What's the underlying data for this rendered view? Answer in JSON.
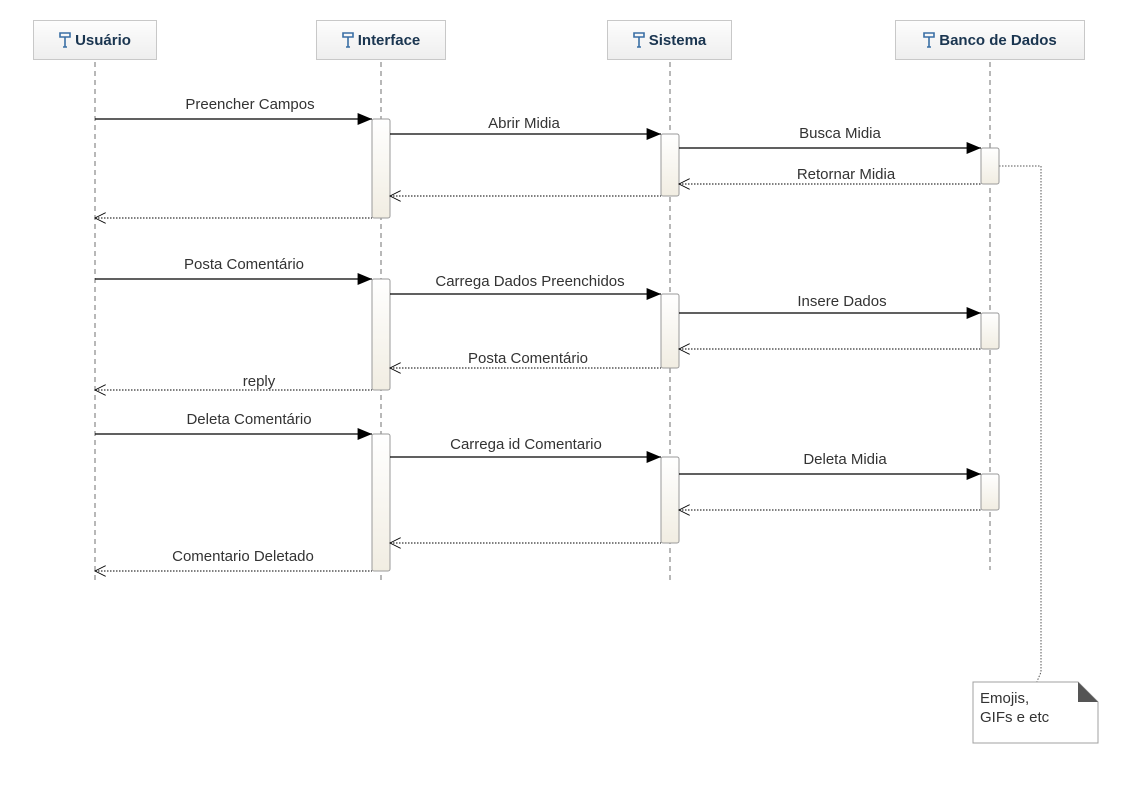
{
  "colors": {
    "line": "#000000",
    "lifeline": "#888888",
    "activation_fill": "#f7f4ec",
    "activation_stroke": "#9a9a9a",
    "header_text": "#1a3550",
    "label_text": "#333333"
  },
  "participants": [
    {
      "id": "usuario",
      "label": "Usuário"
    },
    {
      "id": "interface",
      "label": "Interface"
    },
    {
      "id": "sistema",
      "label": "Sistema"
    },
    {
      "id": "banco",
      "label": "Banco de Dados"
    }
  ],
  "messages": [
    {
      "from": "usuario",
      "to": "interface",
      "label": "Preencher Campos",
      "kind": "sync"
    },
    {
      "from": "interface",
      "to": "sistema",
      "label": "Abrir Midia",
      "kind": "sync"
    },
    {
      "from": "sistema",
      "to": "banco",
      "label": "Busca Midia",
      "kind": "sync"
    },
    {
      "from": "banco",
      "to": "sistema",
      "label": "Retornar Midia",
      "kind": "return"
    },
    {
      "from": "sistema",
      "to": "interface",
      "label": "",
      "kind": "return"
    },
    {
      "from": "interface",
      "to": "usuario",
      "label": "",
      "kind": "return"
    },
    {
      "from": "usuario",
      "to": "interface",
      "label": "Posta Comentário",
      "kind": "sync"
    },
    {
      "from": "interface",
      "to": "sistema",
      "label": "Carrega Dados Preenchidos",
      "kind": "sync"
    },
    {
      "from": "sistema",
      "to": "banco",
      "label": "Insere Dados",
      "kind": "sync"
    },
    {
      "from": "banco",
      "to": "sistema",
      "label": "",
      "kind": "return"
    },
    {
      "from": "sistema",
      "to": "interface",
      "label": "Posta Comentário",
      "kind": "return"
    },
    {
      "from": "interface",
      "to": "usuario",
      "label": "reply",
      "kind": "return"
    },
    {
      "from": "usuario",
      "to": "interface",
      "label": "Deleta Comentário",
      "kind": "sync"
    },
    {
      "from": "interface",
      "to": "sistema",
      "label": "Carrega id Comentario",
      "kind": "sync"
    },
    {
      "from": "sistema",
      "to": "banco",
      "label": "Deleta Midia",
      "kind": "sync"
    },
    {
      "from": "banco",
      "to": "sistema",
      "label": "",
      "kind": "return"
    },
    {
      "from": "sistema",
      "to": "interface",
      "label": "",
      "kind": "return"
    },
    {
      "from": "interface",
      "to": "usuario",
      "label": "Comentario Deletado",
      "kind": "return"
    }
  ],
  "note": {
    "lines": [
      "Emojis,",
      "GIFs e etc"
    ],
    "attached_to": "banco"
  }
}
